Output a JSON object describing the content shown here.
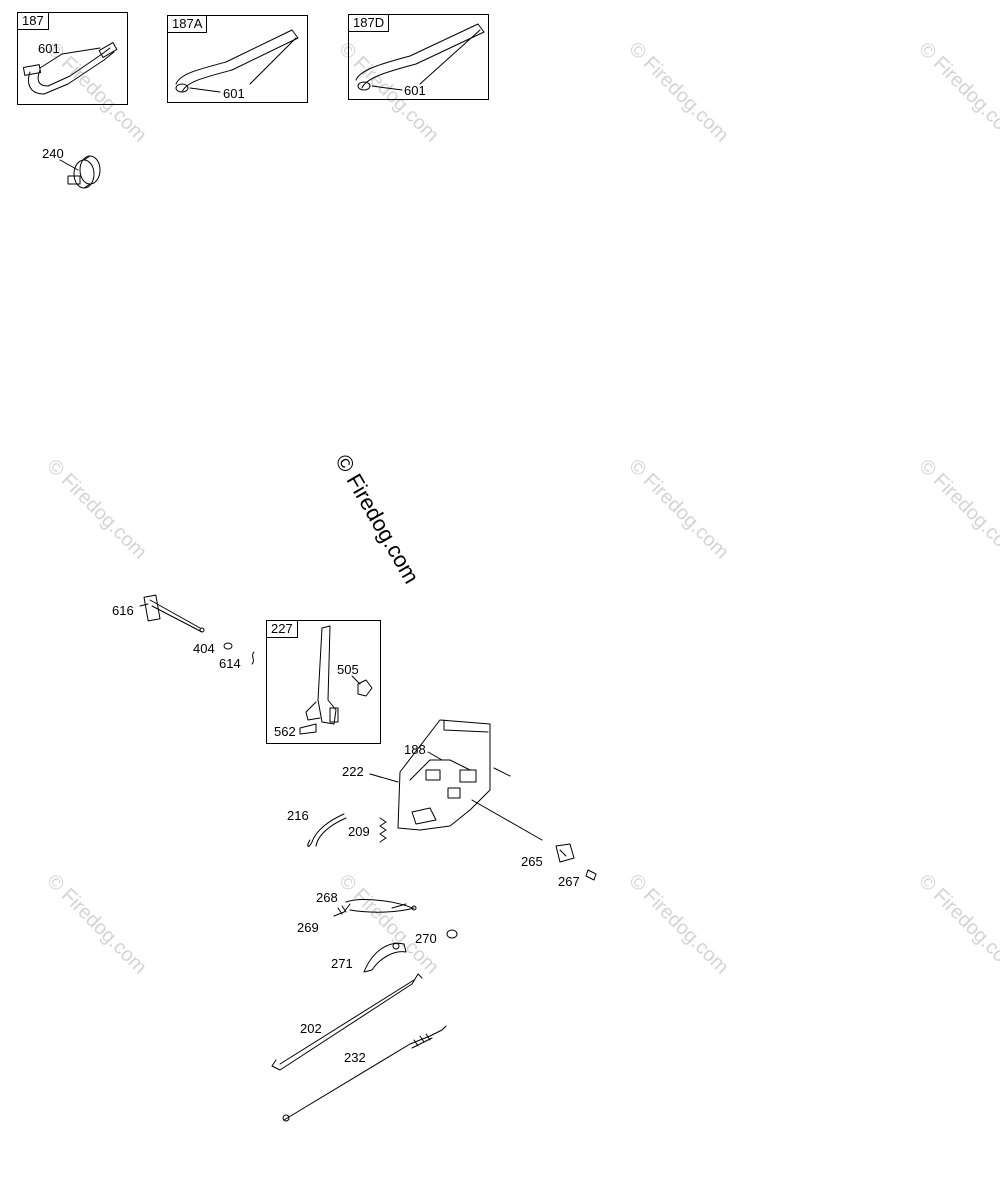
{
  "watermark": {
    "text": "© Firedog.com"
  },
  "boxes": {
    "b187": "187",
    "b187a": "187A",
    "b187d": "187D",
    "b227": "227"
  },
  "labels": {
    "p601_a": "601",
    "p601_b": "601",
    "p601_c": "601",
    "p240": "240",
    "p616": "616",
    "p404": "404",
    "p614": "614",
    "p505": "505",
    "p562": "562",
    "p188": "188",
    "p222": "222",
    "p216": "216",
    "p209": "209",
    "p265": "265",
    "p267": "267",
    "p268": "268",
    "p269": "269",
    "p270": "270",
    "p271": "271",
    "p202": "202",
    "p232": "232"
  }
}
